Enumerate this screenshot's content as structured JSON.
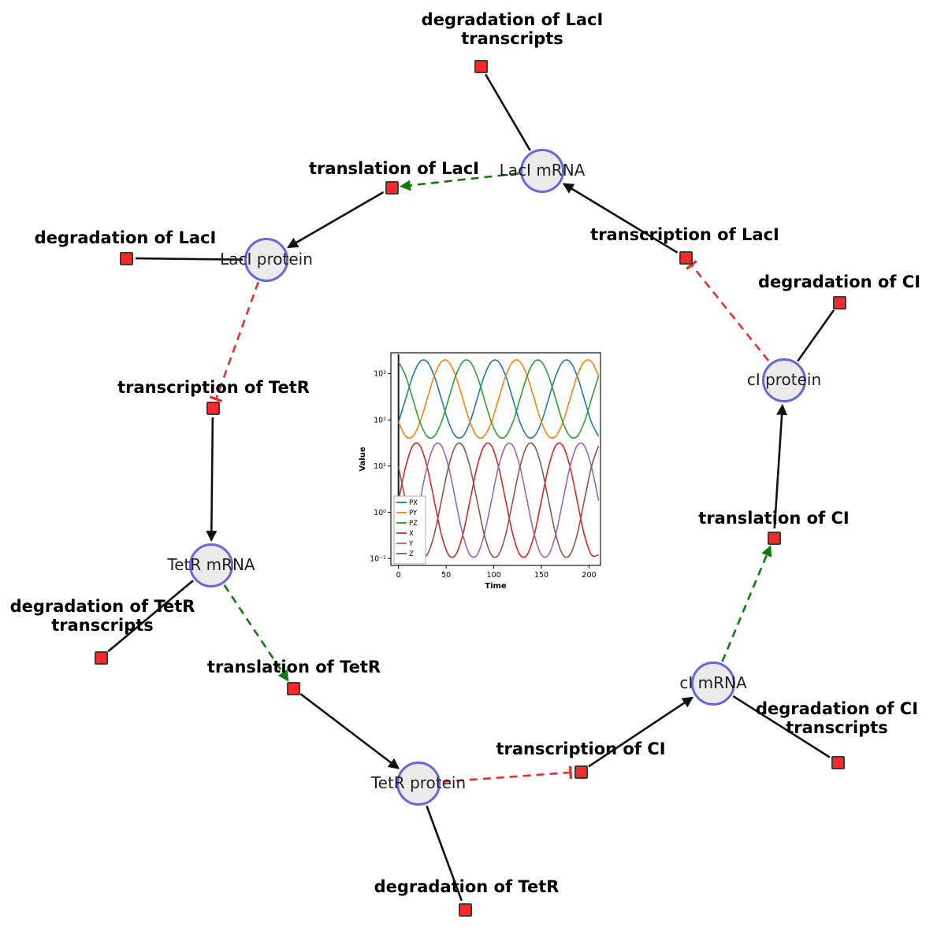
{
  "diagram": {
    "species": [
      {
        "label": "LacI mRNA"
      },
      {
        "label": "LacI protein"
      },
      {
        "label": "TetR mRNA"
      },
      {
        "label": "TetR protein"
      },
      {
        "label": "cI mRNA"
      },
      {
        "label": "cI protein"
      }
    ],
    "reactions": [
      {
        "label": "degradation of LacI transcripts"
      },
      {
        "label": "translation of LacI"
      },
      {
        "label": "transcription of LacI"
      },
      {
        "label": "degradation of LacI"
      },
      {
        "label": "degradation of CI"
      },
      {
        "label": "transcription of TetR"
      },
      {
        "label": "translation of CI"
      },
      {
        "label": "degradation of TetR transcripts"
      },
      {
        "label": "translation of TetR"
      },
      {
        "label": "transcription of CI"
      },
      {
        "label": "degradation of CI transcripts"
      },
      {
        "label": "degradation of TetR"
      }
    ],
    "colors": {
      "species_fill": "#ebebeb",
      "species_border": "#6467dd",
      "reaction_fill": "#fb2a2a",
      "reaction_border": "#3c3c3c",
      "edge_black": "#111111",
      "edge_activation_green": "#107a10",
      "edge_inhibition_red": "#e63030"
    }
  },
  "chart_data": {
    "type": "line",
    "title": "",
    "xlabel": "Time",
    "ylabel": "Value",
    "xlim": [
      -8,
      212
    ],
    "ylog_lim": [
      -1.15,
      3.45
    ],
    "x_ticks": [
      0,
      50,
      100,
      150,
      200
    ],
    "y_ticks": [
      "10⁻¹",
      "10⁰",
      "10¹",
      "10²",
      "10³"
    ],
    "y_ticks_log": [
      -1,
      0,
      1,
      2,
      3
    ],
    "legend": [
      "PX",
      "PY",
      "PZ",
      "X",
      "Y",
      "Z"
    ],
    "legend_position": "lower-left",
    "grid": false,
    "x": [
      0,
      7.5,
      15,
      22.5,
      30,
      37.5,
      45,
      52.5,
      60,
      67.5,
      75,
      82.5,
      90,
      97.5,
      105,
      112.5,
      120,
      127.5,
      135,
      142.5,
      150,
      157.5,
      165,
      172.5,
      180,
      187.5,
      195,
      202.5,
      210
    ],
    "series": [
      {
        "name": "PX",
        "color": "#1f77b4",
        "y": [
          89,
          282,
          891,
          1811,
          1811,
          891,
          282,
          89,
          44,
          44,
          89,
          282,
          891,
          1811,
          1811,
          891,
          282,
          89,
          44,
          44,
          89,
          282,
          891,
          1811,
          1811,
          891,
          282,
          89,
          44
        ]
      },
      {
        "name": "PY",
        "color": "#ff7f0e",
        "y": [
          89,
          44,
          44,
          89,
          282,
          891,
          1811,
          1811,
          891,
          282,
          89,
          44,
          44,
          89,
          282,
          891,
          1811,
          1811,
          891,
          282,
          89,
          44,
          44,
          89,
          282,
          891,
          1811,
          1811,
          891
        ]
      },
      {
        "name": "PZ",
        "color": "#2ca02c",
        "y": [
          1811,
          891,
          282,
          89,
          44,
          44,
          89,
          282,
          891,
          1811,
          1811,
          891,
          282,
          89,
          44,
          44,
          89,
          282,
          891,
          1811,
          1811,
          891,
          282,
          89,
          44,
          44,
          89,
          282,
          891
        ]
      },
      {
        "name": "X",
        "color": "#d62728",
        "y": [
          1.78,
          9.66,
          27.5,
          27.5,
          9.66,
          1.78,
          0.33,
          0.12,
          0.12,
          0.33,
          1.78,
          9.66,
          27.5,
          27.5,
          9.66,
          1.78,
          0.33,
          0.12,
          0.12,
          0.33,
          1.78,
          9.66,
          27.5,
          27.5,
          9.66,
          1.78,
          0.33,
          0.12,
          0.12
        ]
      },
      {
        "name": "Y",
        "color": "#9467bd",
        "y": [
          0.12,
          0.12,
          0.33,
          1.78,
          9.66,
          27.5,
          27.5,
          9.66,
          1.78,
          0.33,
          0.12,
          0.12,
          0.33,
          1.78,
          9.66,
          27.5,
          27.5,
          9.66,
          1.78,
          0.33,
          0.12,
          0.12,
          0.33,
          1.78,
          9.66,
          27.5,
          27.5,
          9.66,
          1.78
        ]
      },
      {
        "name": "Z",
        "color": "#8c564b",
        "y": [
          9.66,
          1.78,
          0.33,
          0.12,
          0.12,
          0.33,
          1.78,
          9.66,
          27.5,
          27.5,
          9.66,
          1.78,
          0.33,
          0.12,
          0.12,
          0.33,
          1.78,
          9.66,
          27.5,
          27.5,
          9.66,
          1.78,
          0.33,
          0.12,
          0.12,
          0.33,
          1.78,
          9.66,
          27.5
        ]
      }
    ]
  }
}
